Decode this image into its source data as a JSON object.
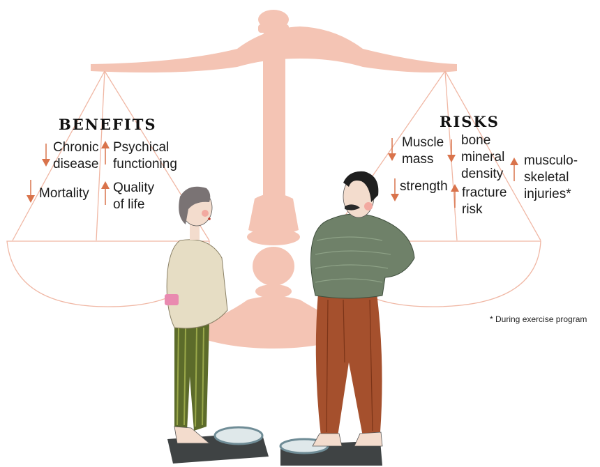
{
  "colors": {
    "scale": "#f4c4b4",
    "scale_dark": "#e9ad9a",
    "arrow": "#d9734b",
    "woman_shirt": "#e6ddc4",
    "woman_pants": "#5c6b2a",
    "man_sweater": "#6f8169",
    "man_pants": "#a5502d",
    "bathroom_scale": "#3f4344"
  },
  "benefits": {
    "heading": "BENEFITS",
    "items": [
      {
        "text": "Chronic\ndisease",
        "direction": "down"
      },
      {
        "text": "Psychical\nfunctioning",
        "direction": "up"
      },
      {
        "text": "Mortality",
        "direction": "down"
      },
      {
        "text": "Quality\nof life",
        "direction": "up"
      }
    ]
  },
  "risks": {
    "heading": "RISKS",
    "items": [
      {
        "text": "Muscle\nmass",
        "direction": "down"
      },
      {
        "text": "bone\nmineral\ndensity",
        "direction": "down"
      },
      {
        "text": "musculo-\nskeletal\ninjuries*",
        "direction": "up"
      },
      {
        "text": "strength",
        "direction": "down"
      },
      {
        "text": "fracture\nrisk",
        "direction": "up"
      }
    ]
  },
  "footnote": "* During exercise program",
  "icons": {
    "decrease": "down-arrow-icon",
    "increase": "up-arrow-icon"
  }
}
